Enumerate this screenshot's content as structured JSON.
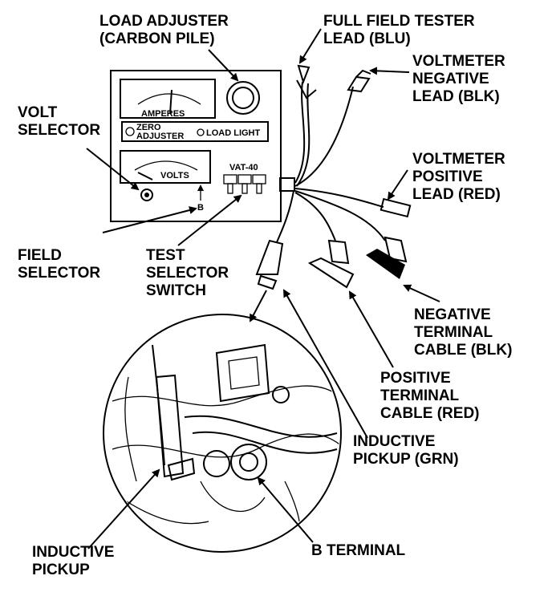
{
  "labels": {
    "load_adjuster": [
      "LOAD ADJUSTER",
      "(CARBON PILE)"
    ],
    "full_field": [
      "FULL FIELD TESTER",
      "LEAD (BLU)"
    ],
    "volt_neg": [
      "VOLTMETER",
      "NEGATIVE",
      "LEAD (BLK)"
    ],
    "volt_sel": [
      "VOLT",
      "SELECTOR"
    ],
    "volt_pos": [
      "VOLTMETER",
      "POSITIVE",
      "LEAD (RED)"
    ],
    "field_sel": [
      "FIELD",
      "SELECTOR"
    ],
    "test_sel": [
      "TEST",
      "SELECTOR",
      "SWITCH"
    ],
    "neg_cable": [
      "NEGATIVE",
      "TERMINAL",
      "CABLE (BLK)"
    ],
    "pos_cable": [
      "POSITIVE",
      "TERMINAL",
      "CABLE (RED)"
    ],
    "ind_grn": [
      "INDUCTIVE",
      "PICKUP (GRN)"
    ],
    "ind": [
      "INDUCTIVE",
      "PICKUP"
    ],
    "b_term": [
      "B TERMINAL"
    ]
  },
  "panel": {
    "amperes": "AMPERES",
    "zero_adj": [
      "ZERO",
      "ADJUSTER"
    ],
    "load_light": "LOAD LIGHT",
    "volts": "VOLTS",
    "model": "VAT-40",
    "b_mark": "B"
  }
}
